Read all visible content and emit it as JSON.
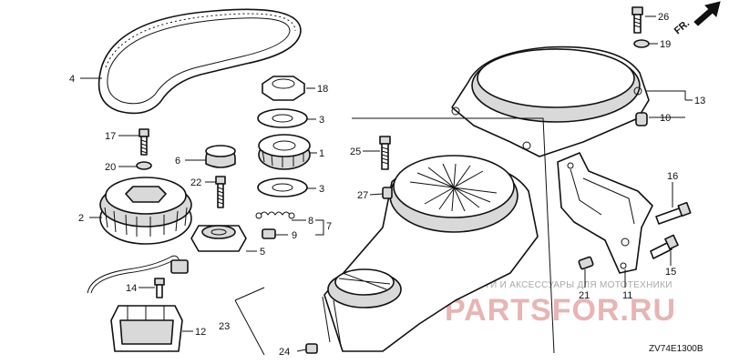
{
  "diagram": {
    "callouts": {
      "c1": "1",
      "c2": "2",
      "c3a": "3",
      "c3b": "3",
      "c4": "4",
      "c5": "5",
      "c6": "6",
      "c7": "7",
      "c8": "8",
      "c9": "9",
      "c10": "10",
      "c11": "11",
      "c12": "12",
      "c13": "13",
      "c14": "14",
      "c15": "15",
      "c16": "16",
      "c17": "17",
      "c18": "18",
      "c19": "19",
      "c20": "20",
      "c21": "21",
      "c22": "22",
      "c23": "23",
      "c24": "24",
      "c25": "25",
      "c26": "26",
      "c27": "27"
    },
    "direction_label": "FR.",
    "diagram_code": "ZV74E1300B",
    "watermark_text": "ЗАПЧАСТИ И АКСЕССУАРЫ ДЛЯ МОТОТЕХНИКИ",
    "watermark_logo": "PARTSFOR.RU",
    "colors": {
      "line": "#111111",
      "watermark_gray": "#a9a9a9",
      "watermark_red": "#e8b4b4"
    }
  }
}
